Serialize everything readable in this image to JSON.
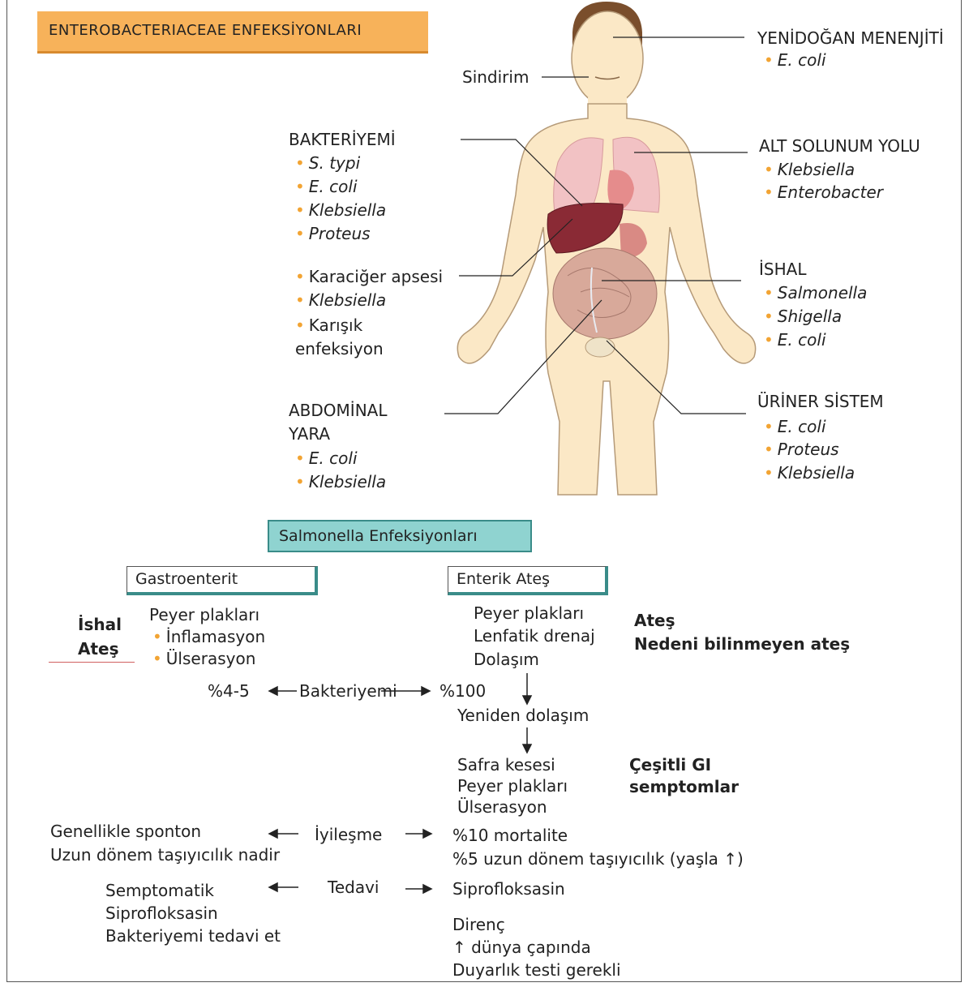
{
  "title": "ENTEROBACTERIACEAE ENFEKSİYONLARI",
  "body_labels": {
    "sindirim": "Sindirim",
    "yenidogan": {
      "title": "YENİDOĞAN MENENJİTİ",
      "items": [
        "E. coli"
      ]
    },
    "bakteriyemi": {
      "title": "BAKTERİYEMİ",
      "items": [
        "S. typi",
        "E. coli",
        "Klebsiella",
        "Proteus"
      ]
    },
    "alt_solunum": {
      "title": "ALT SOLUNUM YOLU",
      "items": [
        "Klebsiella",
        "Enterobacter"
      ]
    },
    "karaciger": {
      "items": [
        "Karaciğer apsesi",
        "Klebsiella",
        "Karışık"
      ],
      "continuation": "enfeksiyon"
    },
    "ishal_group": {
      "title": "İSHAL",
      "items": [
        "Salmonella",
        "Shigella",
        "E. coli"
      ]
    },
    "abdominal": {
      "title_line1": "ABDOMİNAL",
      "title_line2": "YARA",
      "items": [
        "E. coli",
        "Klebsiella"
      ]
    },
    "uriner": {
      "title": "ÜRİNER SİSTEM",
      "items": [
        "E. coli",
        "Proteus",
        "Klebsiella"
      ]
    }
  },
  "salmonella": {
    "header": "Salmonella Enfeksiyonları",
    "gastro": {
      "label": "Gastroenterit",
      "side_bold": [
        "İshal",
        "Ateş"
      ],
      "lines": [
        "Peyer plakları"
      ],
      "bullets": [
        "İnflamasyon",
        "Ülserasyon"
      ],
      "bacteremia": "%4-5"
    },
    "bakteriyemi_center": "Bakteriyemi",
    "enterik": {
      "label": "Enterik Ateş",
      "lines": [
        "Peyer plakları",
        "Lenfatik drenaj",
        "Dolaşım"
      ],
      "side_bold": [
        "Ateş",
        "Nedeni bilinmeyen ateş"
      ],
      "bacteremia": "%100",
      "recirc": "Yeniden dolaşım",
      "sites": [
        "Safra kesesi",
        "Peyer plakları",
        "Ülserasyon"
      ],
      "gi_bold": [
        "Çeşitli GI",
        "semptomlar"
      ]
    },
    "iyilesme": {
      "center": "İyileşme",
      "left": [
        "Genellikle sponton",
        "Uzun dönem taşıyıcılık nadir"
      ],
      "right": [
        "%10 mortalite",
        "%5 uzun dönem taşıyıcılık (yaşla ↑)"
      ]
    },
    "tedavi": {
      "center": "Tedavi",
      "left": [
        "Semptomatik",
        "Siprofloksasin",
        "Bakteriyemi tedavi et"
      ],
      "right": [
        "Siprofloksasin"
      ]
    },
    "direnc": [
      "Direnç",
      "↑ dünya çapında",
      "Duyarlık testi gerekli"
    ]
  },
  "colors": {
    "title_bg": "#f7b25a",
    "salmonella_bg": "#8fd3d0",
    "bullet": "#f2a433",
    "skin": "#fbe8c6"
  }
}
